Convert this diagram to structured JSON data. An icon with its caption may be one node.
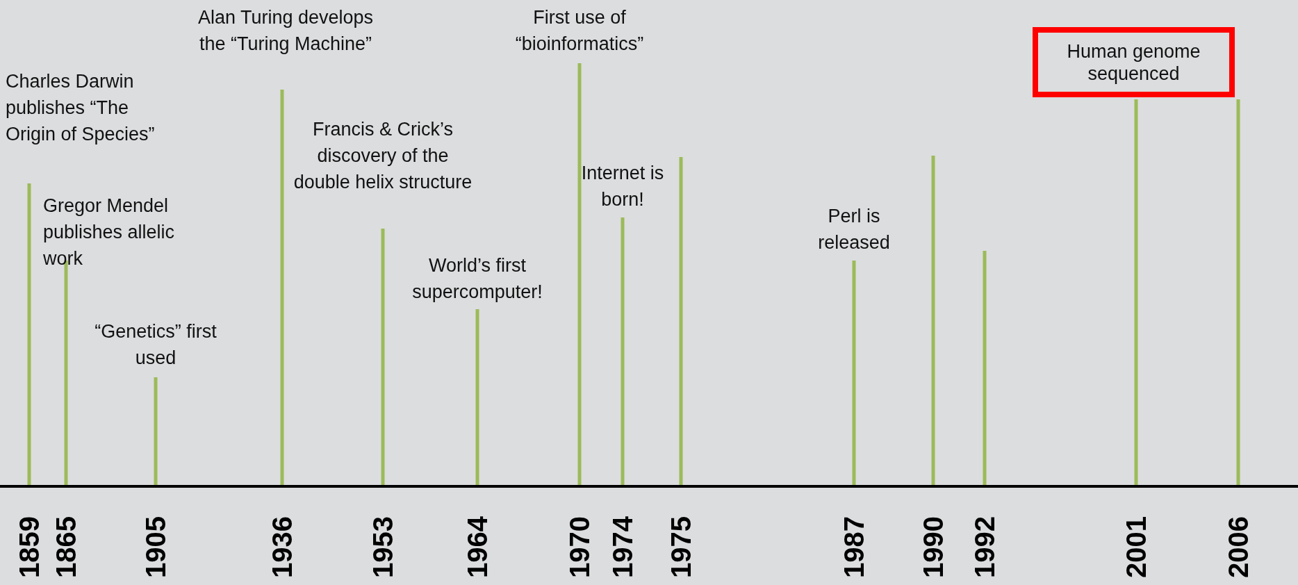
{
  "diagram": {
    "nodes": [
      {
        "text": [
          "Human genome sequenced"
        ]
      }
    ],
    "labels": [
      "Charles Darwin publishes “The Origin of Species”",
      "Gregor Mendel publishes allelic work",
      "“Genetics” first used",
      "Alan Turing develops the “Turing Machine”",
      "Francis & Crick’s discovery of the double helix structure",
      "World’s first supercomputer!",
      "First use of “bioinformatics”",
      "Internet is born!",
      "Perl is released",
      "1859",
      "1865",
      "1905",
      "1936",
      "1953",
      "1964",
      "1970",
      "1974",
      "1975",
      "1987",
      "1990",
      "1992",
      "2001",
      "2006"
    ]
  }
}
